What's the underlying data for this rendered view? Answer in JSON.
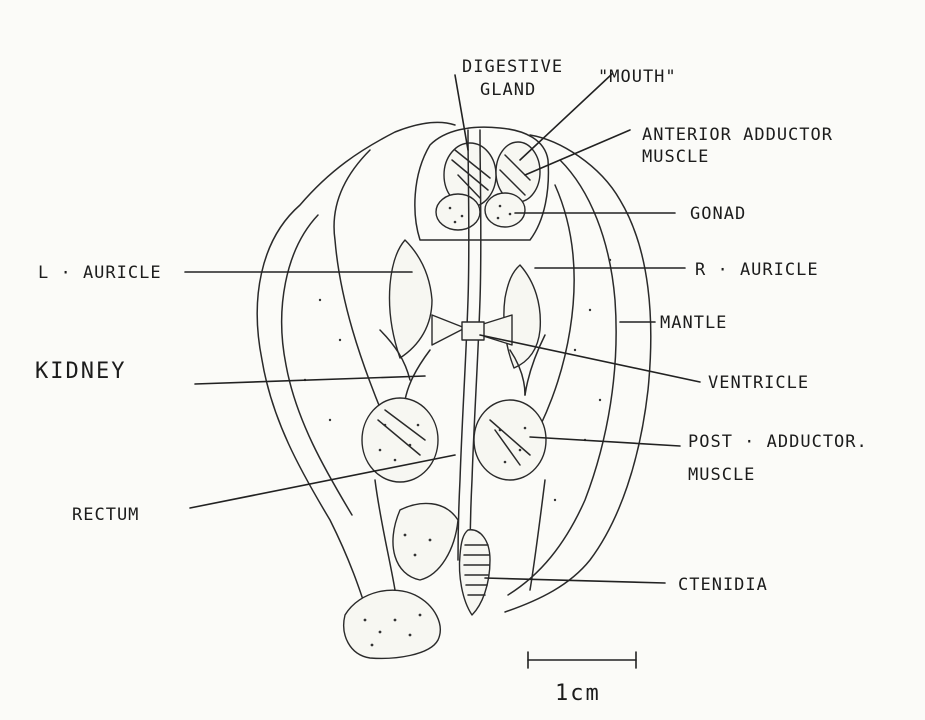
{
  "labels": {
    "digestive_gland_line1": "DIGESTIVE",
    "digestive_gland_line2": "GLAND",
    "mouth": "\"MOUTH\"",
    "anterior_adductor_line1": "ANTERIOR ADDUCTOR",
    "anterior_adductor_line2": "MUSCLE",
    "gonad": "GONAD",
    "l_auricle": "L · AURICLE",
    "r_auricle": "R · AURICLE",
    "mantle": "MANTLE",
    "kidney": "KIDNEY",
    "ventricle": "VENTRICLE",
    "post_adductor_line1": "POST · ADDUCTOR.",
    "post_adductor_line2": "MUSCLE",
    "rectum": "RECTUM",
    "ctenidia": "CTENIDIA"
  },
  "scale_bar": {
    "label": "1cm"
  },
  "colors": {
    "ink": "#2a2a2a",
    "paper": "#fbfbf8"
  }
}
